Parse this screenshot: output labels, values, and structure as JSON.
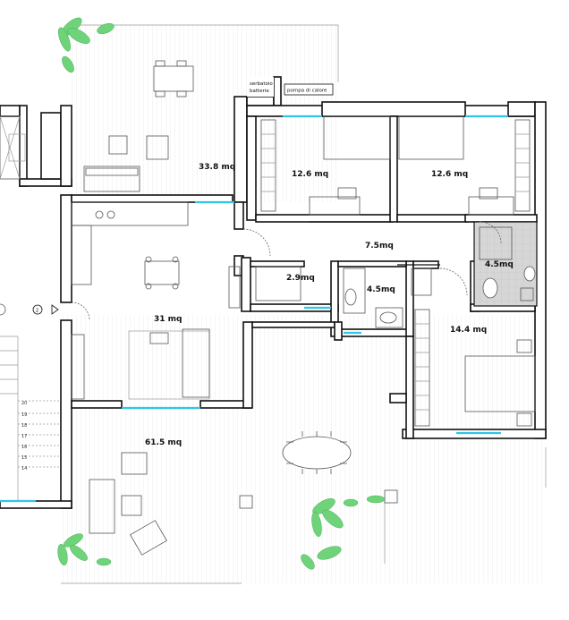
{
  "plan": {
    "labels": {
      "serbatoio": "serbatoio",
      "batterie": "batterie",
      "pompa": "pompa di calore"
    },
    "rooms": [
      {
        "area": "33.8 mq"
      },
      {
        "area": "12.6 mq"
      },
      {
        "area": "12.6 mq"
      },
      {
        "area": "7.5mq"
      },
      {
        "area": "4.5mq"
      },
      {
        "area": "2.9mq"
      },
      {
        "area": "4.5mq"
      },
      {
        "area": "31 mq"
      },
      {
        "area": "14.4 mq"
      },
      {
        "area": "61.5 mq"
      }
    ],
    "entrance_number": "2",
    "stair_steps": [
      "20",
      "19",
      "18",
      "17",
      "16",
      "15",
      "14"
    ]
  },
  "colors": {
    "walls": "#111111",
    "windows": "#2fc6e8",
    "plants": "#6fd37a",
    "bathroom_floor": "#d6d6d6"
  }
}
